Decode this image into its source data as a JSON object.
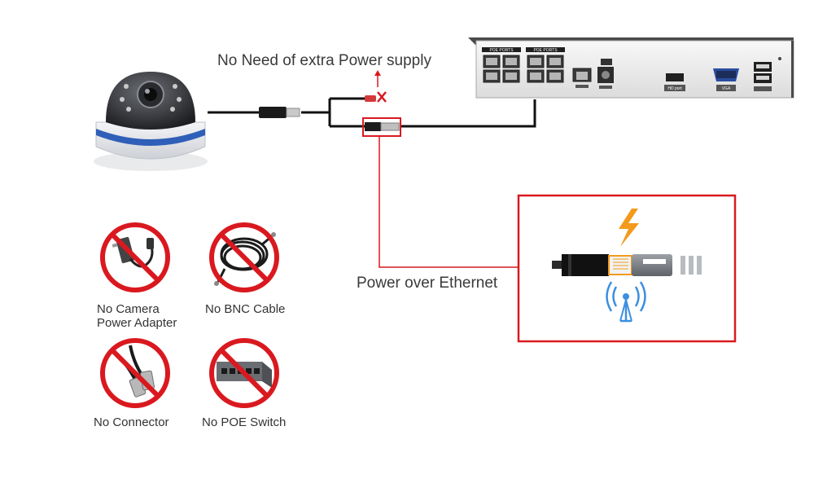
{
  "title": "No Need of extra Power supply",
  "poe_label": "Power over Ethernet",
  "nvr": {
    "poe_header_1": "POE PORTS",
    "poe_header_2": "POE PORTS",
    "port_labels": {
      "hdmi": "HD port",
      "vga": "VGA"
    }
  },
  "prohibited": [
    {
      "label": "No Camera\nPower Adapter",
      "icon": "power-adapter-icon"
    },
    {
      "label": "No BNC Cable",
      "icon": "bnc-cable-icon"
    },
    {
      "label": "No Connector",
      "icon": "bnc-connector-icon"
    },
    {
      "label": "No POE Switch",
      "icon": "poe-switch-icon"
    }
  ],
  "colors": {
    "accent_red": "#d9191f",
    "lightning": "#f39a1b",
    "signal_blue": "#3c8fe0",
    "cable": "#111111"
  }
}
